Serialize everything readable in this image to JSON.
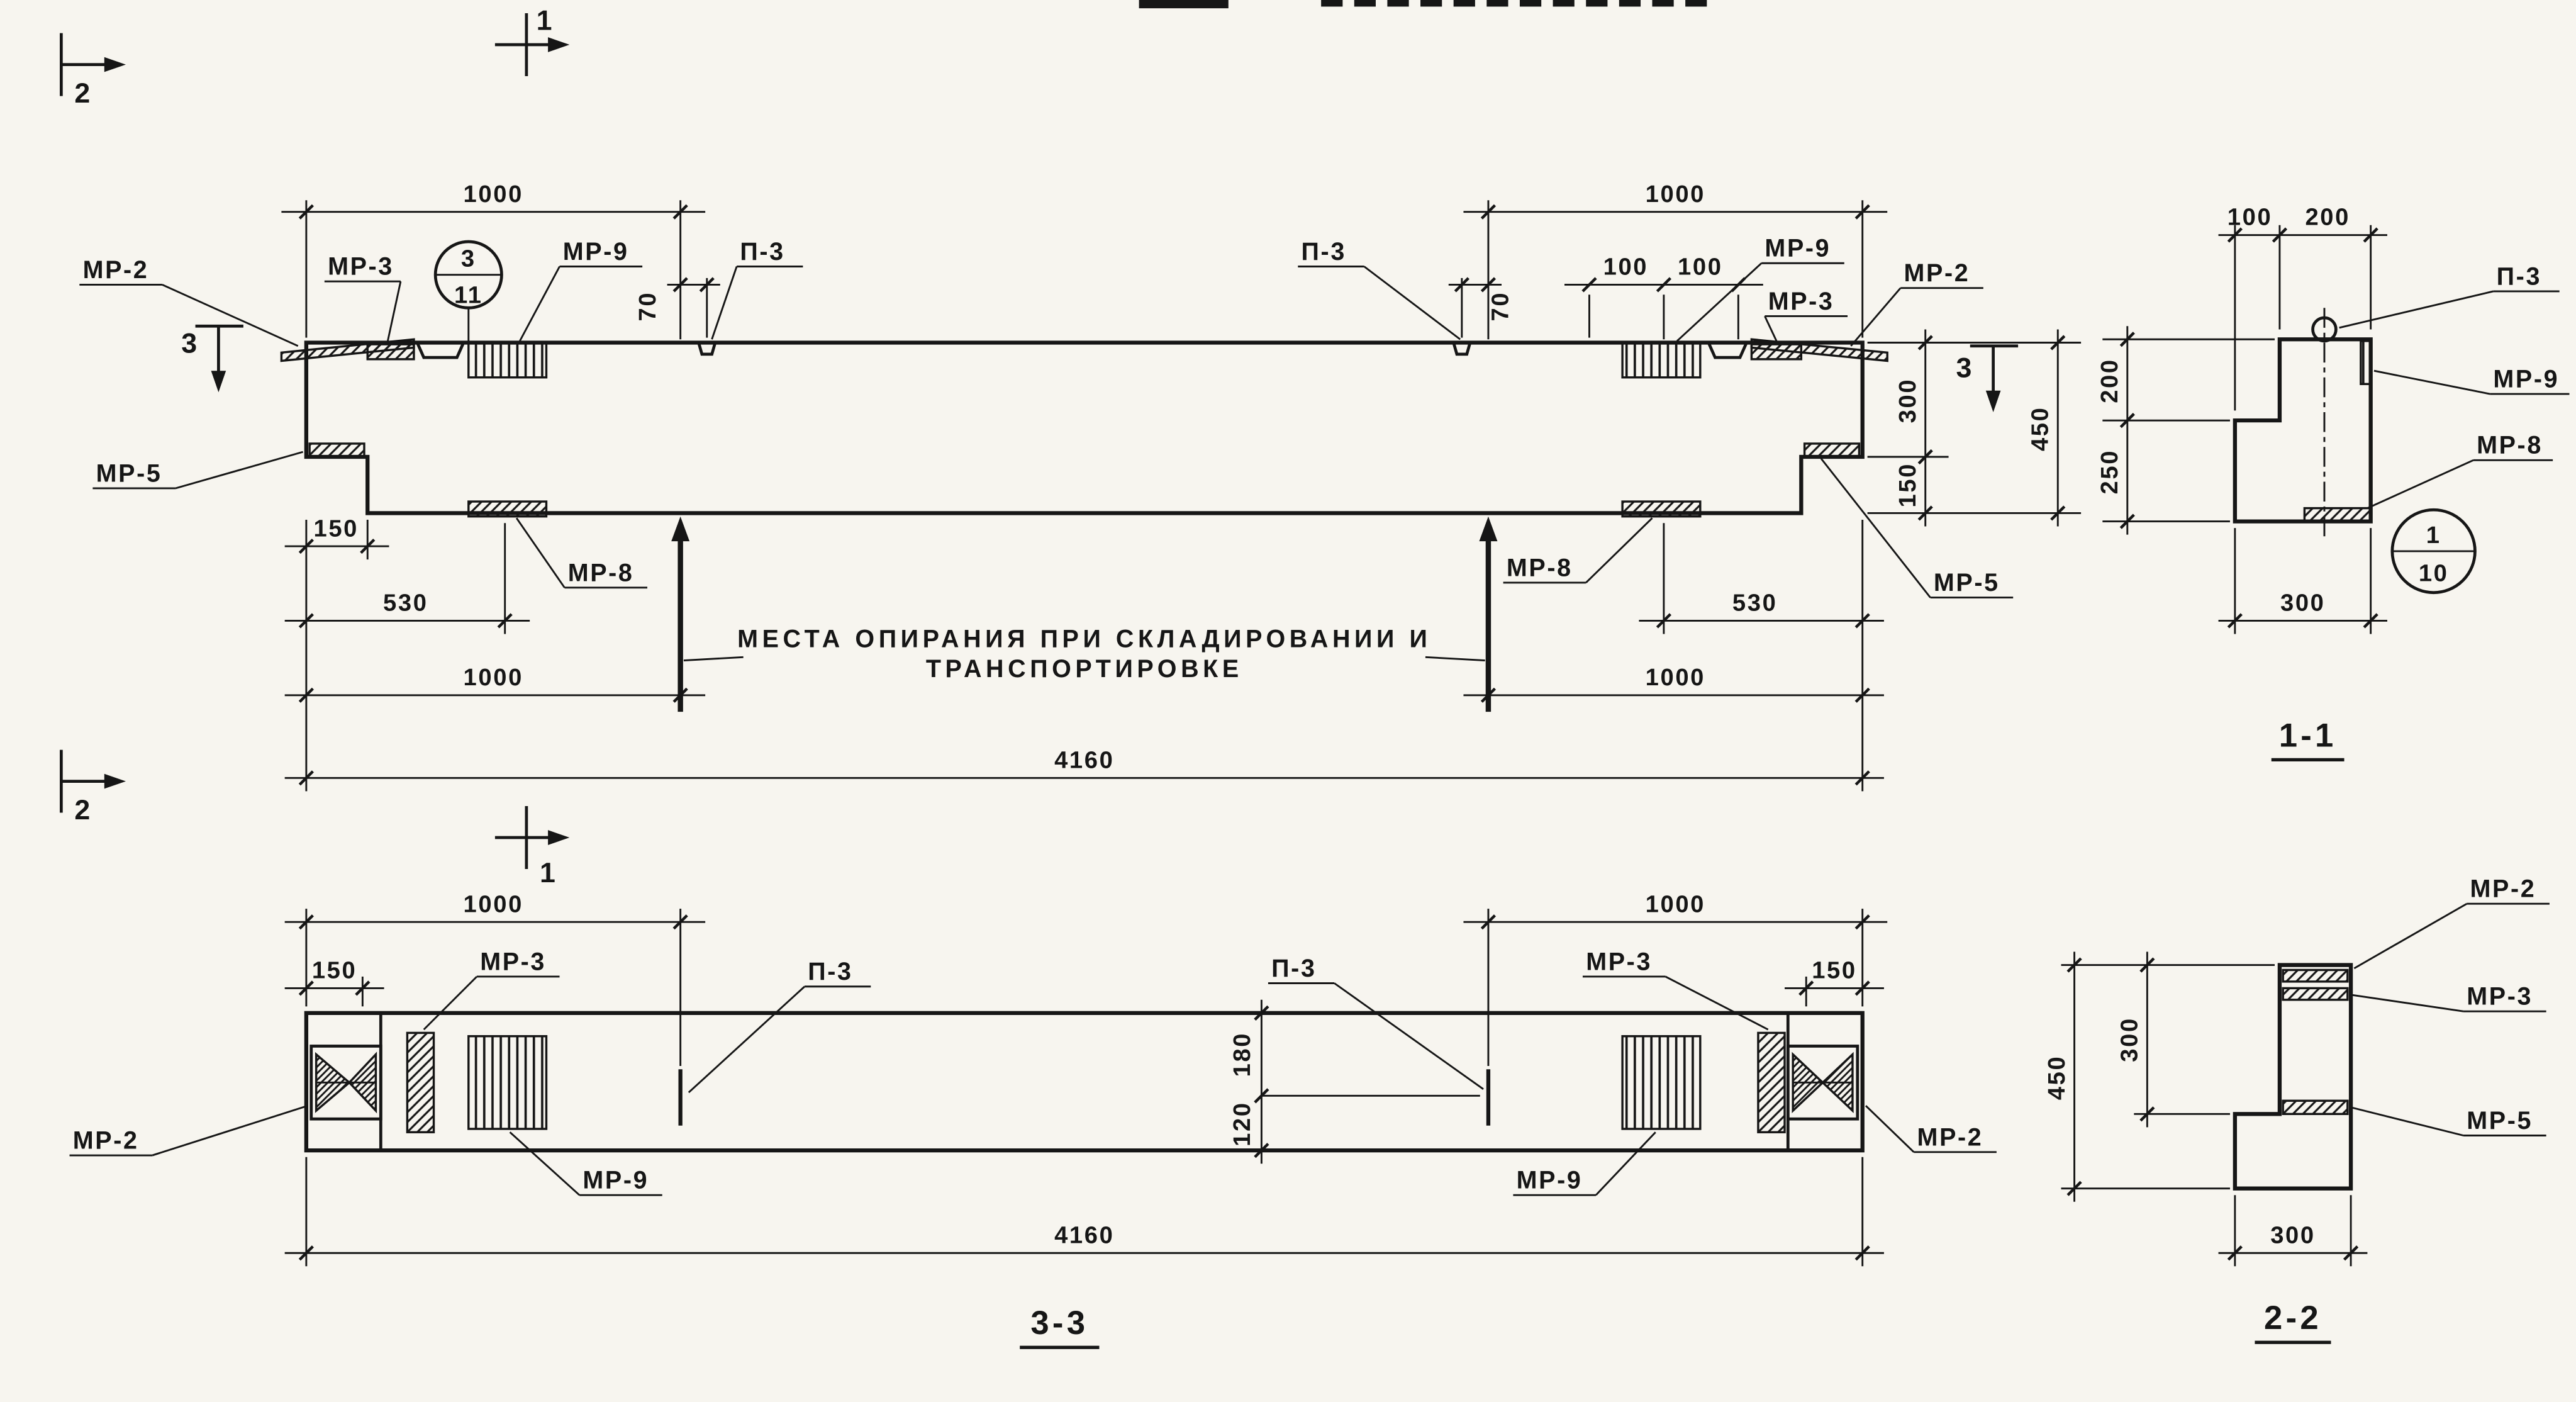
{
  "meta": {
    "background_color": "#f7f5ef",
    "ink_color": "#161616",
    "drawing_type": "reinforced concrete panel working drawing"
  },
  "labels": {
    "mr2": "МР-2",
    "mr3": "МР-3",
    "mr5": "МР-5",
    "mr8": "МР-8",
    "mr9": "МР-9",
    "p3": "П-3"
  },
  "dims": {
    "d70": "70",
    "d100": "100",
    "d120": "120",
    "d150": "150",
    "d180": "180",
    "d200": "200",
    "d250": "250",
    "d300": "300",
    "d450": "450",
    "d530": "530",
    "d1000": "1000",
    "d4160": "4160"
  },
  "sections": {
    "cut1": "1",
    "cut2": "2",
    "cut3": "3"
  },
  "views": {
    "v11": "1-1",
    "v22": "2-2",
    "v33": "3-3"
  },
  "detail_markers": {
    "d3_num": "3",
    "d3_sheet": "11",
    "d1_num": "1",
    "d1_sheet": "10"
  },
  "note": {
    "line1": "МЕСТА ОПИРАНИЯ ПРИ СКЛАДИРОВАНИИ И",
    "line2": "ТРАНСПОРТИРОВКЕ"
  }
}
